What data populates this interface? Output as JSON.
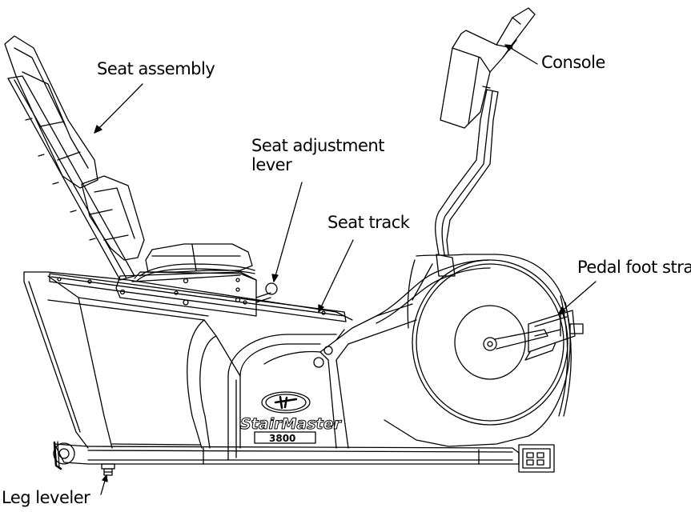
{
  "labels": {
    "seat_assembly": "Seat assembly",
    "console": "Console",
    "seat_adjustment_line1": "Seat adjustment",
    "seat_adjustment_line2": "lever",
    "seat_track": "Seat track",
    "pedal_foot_strap": "Pedal foot strap",
    "leg_leveler": "Leg leveler"
  },
  "brand": {
    "name": "StairMaster",
    "model": "3800"
  },
  "colors": {
    "line": "#000000",
    "background": "#ffffff"
  }
}
